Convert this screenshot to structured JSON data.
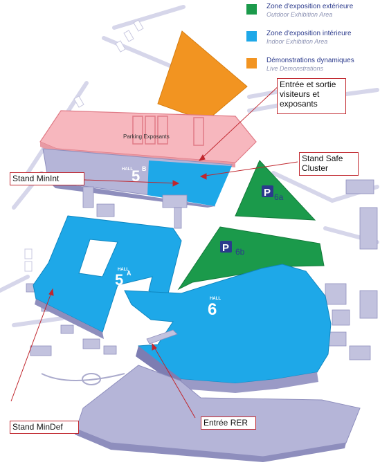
{
  "legend": {
    "items": [
      {
        "fr": "Zone d'exposition extérieure",
        "en": "Outdoor Exhibition Area",
        "color": "#1b9a4b"
      },
      {
        "fr": "Zone d'exposition intérieure",
        "en": "Indoor Exhibition Area",
        "color": "#1ea8e8"
      },
      {
        "fr": "Démonstrations dynamiques",
        "en": "Live Demonstrations",
        "color": "#f29421"
      }
    ]
  },
  "callouts": {
    "entree_sortie": "Entrée et sortie visiteurs et exposants",
    "safe_cluster": "Stand Safe Cluster",
    "minint": "Stand MinInt",
    "mindef": "Stand MinDef",
    "entree_rer": "Entrée RER"
  },
  "map": {
    "parking_label": "Parking Exposants",
    "hall5b_word": "HALL",
    "hall5b_num": "5",
    "hall5b_letter": "B",
    "hall5a_word": "HALL",
    "hall5a_num": "5",
    "hall5a_letter": "A",
    "hall6_word": "HALL",
    "hall6_num": "6",
    "parking_6a_icon": "P",
    "parking_6a_label": "6a",
    "parking_6b_icon": "P",
    "parking_6b_label": "6b"
  },
  "colors": {
    "outdoor": "#1b9a4b",
    "indoor": "#1ea8e8",
    "demo": "#f29421",
    "parking": "#f7b7be",
    "building": "#b5b5d8",
    "callout_border": "#c0262d",
    "parking_sign": "#2b3a8c"
  }
}
